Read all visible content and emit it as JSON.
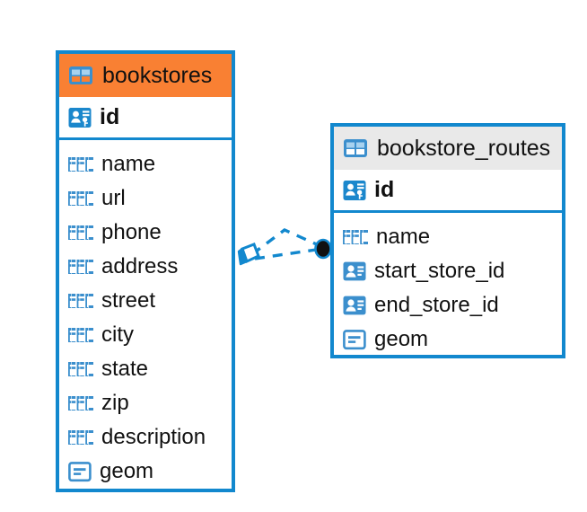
{
  "diagram": {
    "type": "entity-relationship-diagram",
    "background": "#ffffff",
    "accent_color": "#1288ce",
    "highlight_color": "#f98033",
    "header_neutral_color": "#e9e9e9"
  },
  "entities": [
    {
      "id": "bookstores",
      "name": "bookstores",
      "header_color": "#f98033",
      "header_icon": "table-icon",
      "selected": true,
      "primary_key": {
        "name": "id",
        "icon": "primary-key-icon"
      },
      "fields": [
        {
          "name": "name",
          "icon": "abc-text-icon"
        },
        {
          "name": "url",
          "icon": "abc-text-icon"
        },
        {
          "name": "phone",
          "icon": "abc-text-icon"
        },
        {
          "name": "address",
          "icon": "abc-text-icon"
        },
        {
          "name": "street",
          "icon": "abc-text-icon"
        },
        {
          "name": "city",
          "icon": "abc-text-icon"
        },
        {
          "name": "state",
          "icon": "abc-text-icon"
        },
        {
          "name": "zip",
          "icon": "abc-text-icon"
        },
        {
          "name": "description",
          "icon": "abc-text-icon"
        },
        {
          "name": "geom",
          "icon": "geometry-icon"
        }
      ]
    },
    {
      "id": "bookstore_routes",
      "name": "bookstore_routes",
      "header_color": "#e9e9e9",
      "header_icon": "table-icon",
      "selected": false,
      "primary_key": {
        "name": "id",
        "icon": "primary-key-icon"
      },
      "fields": [
        {
          "name": "name",
          "icon": "abc-text-icon"
        },
        {
          "name": "start_store_id",
          "icon": "foreign-key-icon"
        },
        {
          "name": "end_store_id",
          "icon": "foreign-key-icon"
        },
        {
          "name": "geom",
          "icon": "geometry-icon"
        }
      ]
    }
  ],
  "relationship": {
    "from_entity": "bookstores",
    "to_entity": "bookstore_routes",
    "line_style": "dashed",
    "line_color": "#1288ce",
    "source_marker": "diamond-marker",
    "target_marker": "filled-circle-marker"
  }
}
